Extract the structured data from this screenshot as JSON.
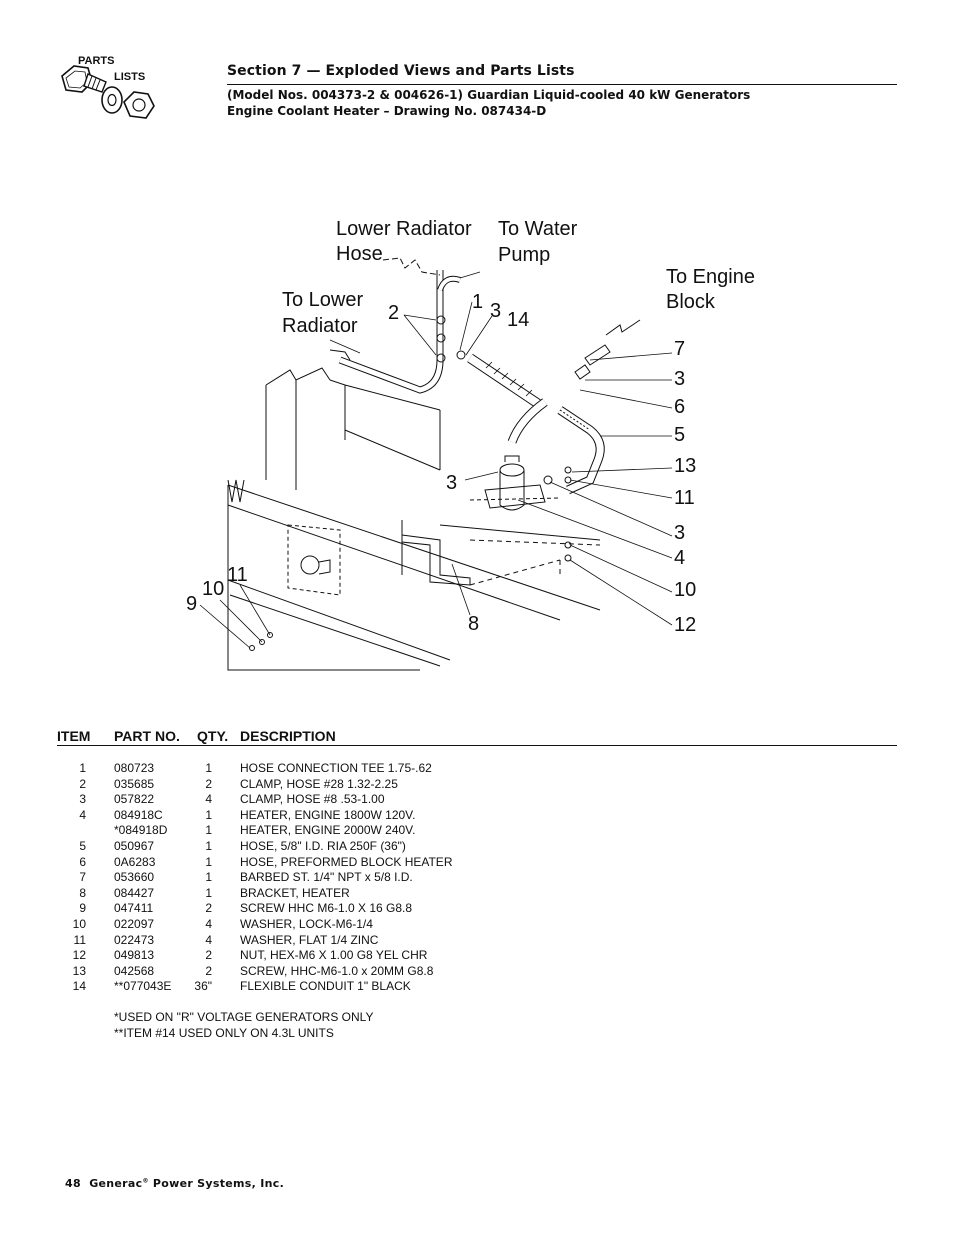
{
  "header": {
    "logo_word_1": "PARTS",
    "logo_word_2": "LISTS",
    "section_title": "Section 7 — Exploded Views and Parts Lists",
    "subtitle_line_1": "(Model Nos. 004373-2 & 004626-1) Guardian Liquid-cooled 40 kW Generators",
    "subtitle_line_2": "Engine Coolant Heater – Drawing No. 087434-D"
  },
  "drawing": {
    "callouts": {
      "lower_radiator_hose_1": "Lower Radiator",
      "lower_radiator_hose_2": "Hose",
      "to_water_pump_1": "To Water",
      "to_water_pump_2": "Pump",
      "to_engine_block_1": "To Engine",
      "to_engine_block_2": "Block",
      "to_lower_radiator_1": "To Lower",
      "to_lower_radiator_2": "Radiator"
    },
    "numbers": {
      "n2": "2",
      "n1": "1",
      "n3a": "3",
      "n14": "14",
      "n7": "7",
      "n3b": "3",
      "n6": "6",
      "n5": "5",
      "n13": "13",
      "n11b": "11",
      "n3c": "3",
      "n4": "4",
      "n10b": "10",
      "n12": "12",
      "n3d": "3",
      "n8": "8",
      "n9": "9",
      "n10a": "10",
      "n11a": "11"
    }
  },
  "parts_list": {
    "headers": {
      "item": "ITEM",
      "part_no": "PART NO.",
      "qty": "QTY.",
      "description": "DESCRIPTION"
    },
    "rows": [
      {
        "item": "1",
        "part_no": "080723",
        "qty": "1",
        "description": "HOSE CONNECTION TEE 1.75-.62"
      },
      {
        "item": "2",
        "part_no": "035685",
        "qty": "2",
        "description": "CLAMP, HOSE #28 1.32-2.25"
      },
      {
        "item": "3",
        "part_no": "057822",
        "qty": "4",
        "description": "CLAMP, HOSE #8 .53-1.00"
      },
      {
        "item": "4",
        "part_no": "084918C",
        "qty": "1",
        "description": "HEATER, ENGINE 1800W 120V."
      },
      {
        "item": "",
        "part_no": "*084918D",
        "qty": "1",
        "description": "HEATER, ENGINE 2000W 240V."
      },
      {
        "item": "5",
        "part_no": "050967",
        "qty": "1",
        "description": "HOSE, 5/8\" I.D. RIA 250F (36\")"
      },
      {
        "item": "6",
        "part_no": "0A6283",
        "qty": "1",
        "description": "HOSE, PREFORMED BLOCK HEATER"
      },
      {
        "item": "7",
        "part_no": "053660",
        "qty": "1",
        "description": "BARBED ST. 1/4\" NPT x 5/8 I.D."
      },
      {
        "item": "8",
        "part_no": "084427",
        "qty": "1",
        "description": "BRACKET, HEATER"
      },
      {
        "item": "9",
        "part_no": "047411",
        "qty": "2",
        "description": "SCREW HHC M6-1.0 X 16 G8.8"
      },
      {
        "item": "10",
        "part_no": "022097",
        "qty": "4",
        "description": "WASHER, LOCK-M6-1/4"
      },
      {
        "item": "11",
        "part_no": "022473",
        "qty": "4",
        "description": "WASHER, FLAT 1/4 ZINC"
      },
      {
        "item": "12",
        "part_no": "049813",
        "qty": "2",
        "description": "NUT, HEX-M6 X 1.00 G8 YEL CHR"
      },
      {
        "item": "13",
        "part_no": "042568",
        "qty": "2",
        "description": "SCREW, HHC-M6-1.0 x 20MM G8.8"
      },
      {
        "item": "14",
        "part_no": "**077043E",
        "qty": "36\"",
        "description": "FLEXIBLE CONDUIT 1\" BLACK"
      }
    ],
    "notes": [
      "*USED ON \"R\" VOLTAGE GENERATORS ONLY",
      "**ITEM #14 USED ONLY ON 4.3L UNITS"
    ]
  },
  "footer": {
    "page_number": "48",
    "company_name": "Generac",
    "registered_mark": "®",
    "company_suffix": "Power Systems, Inc."
  }
}
